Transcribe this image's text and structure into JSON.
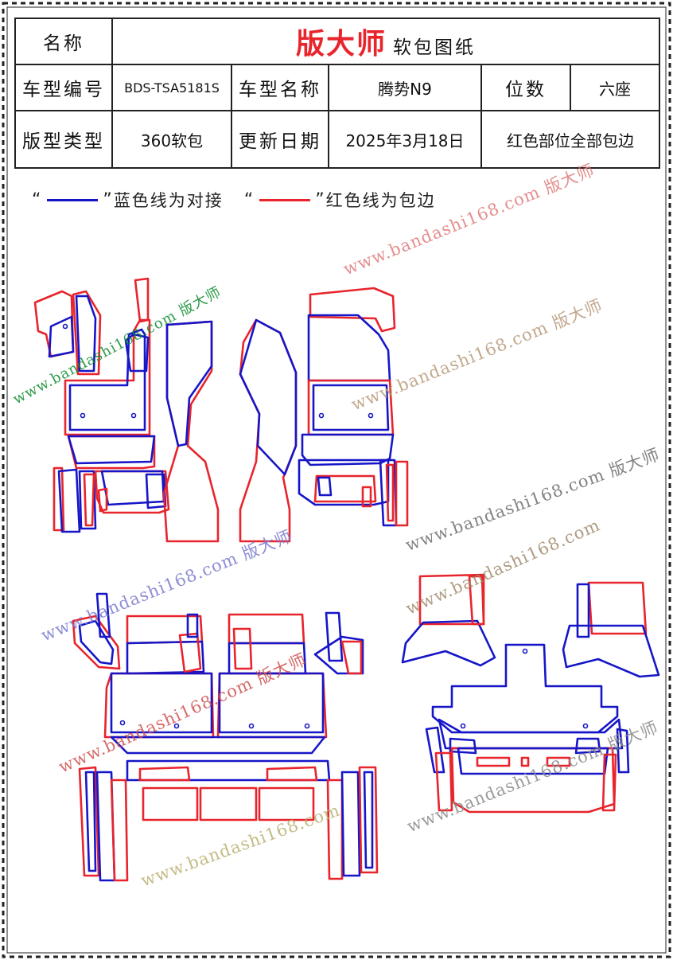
{
  "table": {
    "name_label": "名称",
    "brand": "版大师",
    "doc_title": "软包图纸",
    "model_code_label": "车型编号",
    "model_code": "BDS-TSA5181S",
    "model_name_label": "车型名称",
    "model_name": "腾势N9",
    "seats_label": "位数",
    "seats": "六座",
    "pattern_type_label": "版型类型",
    "pattern_type": "360软包",
    "update_label": "更新日期",
    "update_date": "2025年3月18日",
    "note": "红色部位全部包边"
  },
  "legend": {
    "open_quote": "“",
    "close_quote": "”",
    "blue_text": "蓝色线为对接",
    "red_text": "红色线为包边"
  },
  "colors": {
    "blue": "#1616c8",
    "red": "#e8242c",
    "border": "#222222"
  },
  "watermarks": {
    "site": "www.bandashi168.com",
    "brand": "版大师"
  }
}
